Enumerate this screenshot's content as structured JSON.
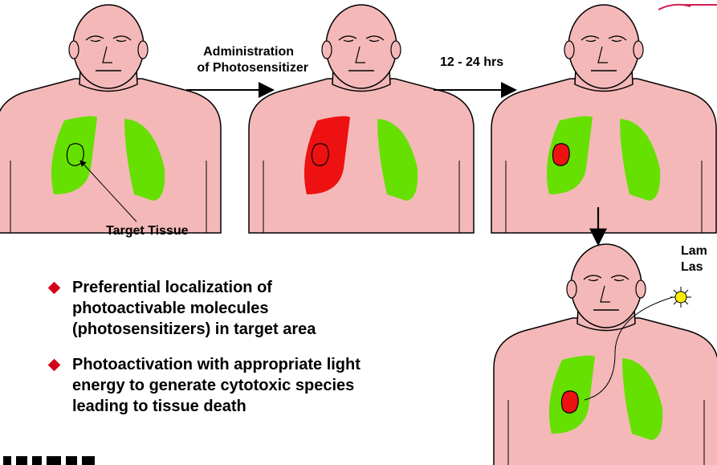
{
  "diagram": {
    "arrow_label_1_line1": "Administration",
    "arrow_label_1_line2": "of Photosensitizer",
    "arrow_label_2": "12 - 24 hrs",
    "target_label": "Target Tissue",
    "light_label_line1": "Lam",
    "light_label_line2": "Las"
  },
  "bullets": [
    "Preferential localization of photoactivable molecules (photosensitizers) in target area",
    "Photoactivation with appropriate light energy to generate cytotoxic species leading to tissue death"
  ],
  "colors": {
    "skin": "#f4b8b8",
    "lung": "#66e000",
    "sensitized": "#ee1111",
    "diamond": "#d4001a",
    "outline": "#000000",
    "sun": "#ffee00"
  }
}
